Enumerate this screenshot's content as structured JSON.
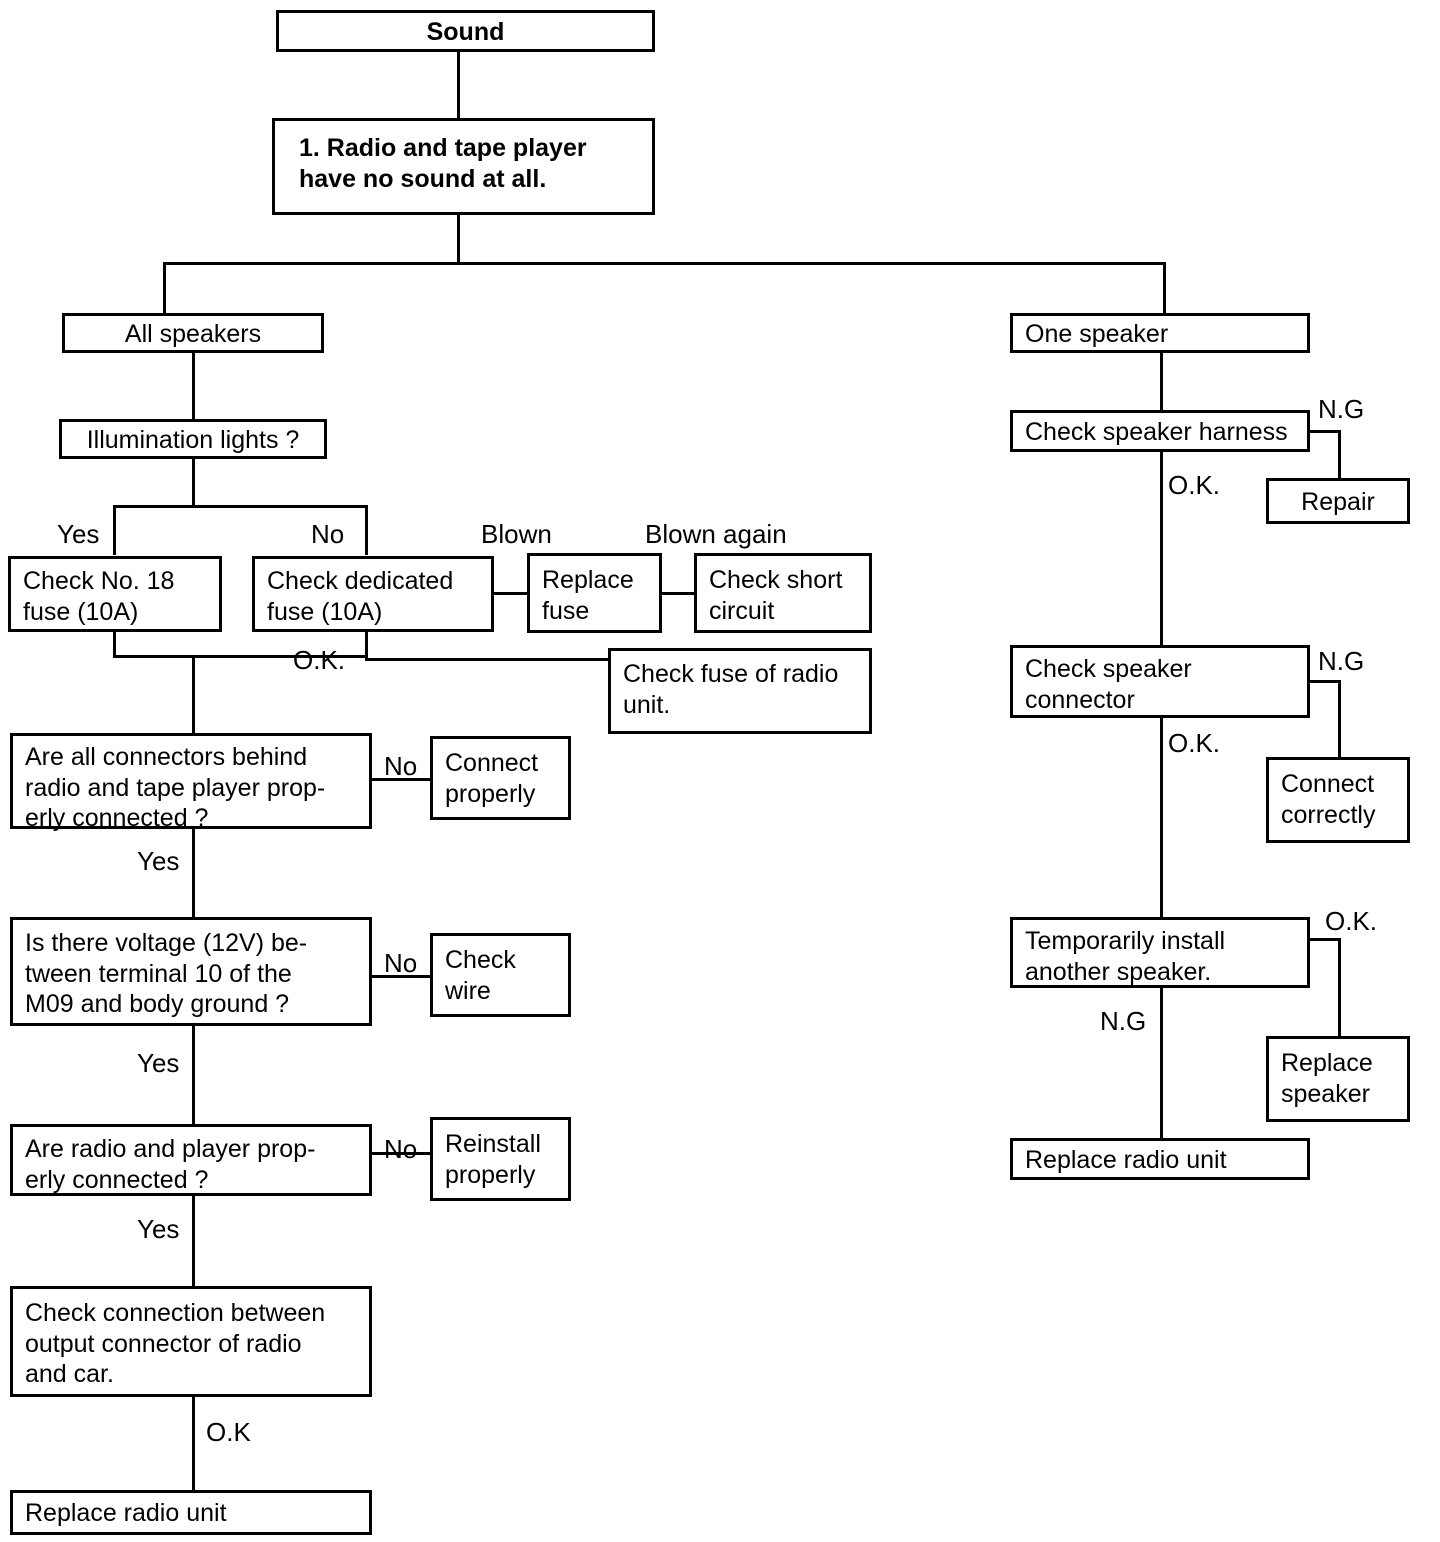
{
  "diagram": {
    "title": "Sound troubleshooting flowchart",
    "colors": {
      "stroke": "#000000",
      "background": "#ffffff",
      "text": "#000000"
    },
    "nodes": {
      "sound": "Sound",
      "symptom": "1. Radio and tape player\nhave no sound at all.",
      "all_speakers": "All speakers",
      "one_speaker": "One speaker",
      "illumination": "Illumination lights ?",
      "check_no18_fuse": "Check No. 18\nfuse (10A)",
      "check_dedicated_fuse": "Check dedicated\nfuse (10A)",
      "replace_fuse": "Replace\nfuse",
      "check_short_circuit": "Check short\ncircuit",
      "check_fuse_radio_unit": "Check fuse of radio\nunit.",
      "connectors_question": "Are all connectors behind\nradio and tape player prop-\nerly connected ?",
      "connect_properly": "Connect\nproperly",
      "voltage_question": "Is there voltage (12V) be-\ntween terminal 10 of the\nM09 and body ground ?",
      "check_wire": "Check\nwire",
      "radio_player_question": "Are radio and player prop-\nerly connected ?",
      "reinstall_properly": "Reinstall\nproperly",
      "check_output_connection": "Check connection between\noutput connector of radio\nand car.",
      "replace_radio_unit_left": "Replace radio unit",
      "check_speaker_harness": "Check speaker harness",
      "repair": "Repair",
      "check_speaker_connector": "Check speaker\nconnector",
      "connect_correctly": "Connect\ncorrectly",
      "temporarily_install": "Temporarily install\nanother speaker.",
      "replace_speaker": "Replace\nspeaker",
      "replace_radio_unit_right": "Replace radio unit"
    },
    "edge_labels": {
      "yes_illumination": "Yes",
      "no_illumination": "No",
      "blown": "Blown",
      "blown_again": "Blown again",
      "ok_fuse": "O.K.",
      "no_connectors": "No",
      "yes_connectors": "Yes",
      "no_voltage": "No",
      "yes_voltage": "Yes",
      "no_radio_player": "No",
      "yes_radio_player": "Yes",
      "ok_output": "O.K",
      "ng_harness": "N.G",
      "ok_harness": "O.K.",
      "ng_connector": "N.G",
      "ok_connector": "O.K.",
      "ok_temp_install": "O.K.",
      "ng_temp_install": "N.G"
    }
  }
}
